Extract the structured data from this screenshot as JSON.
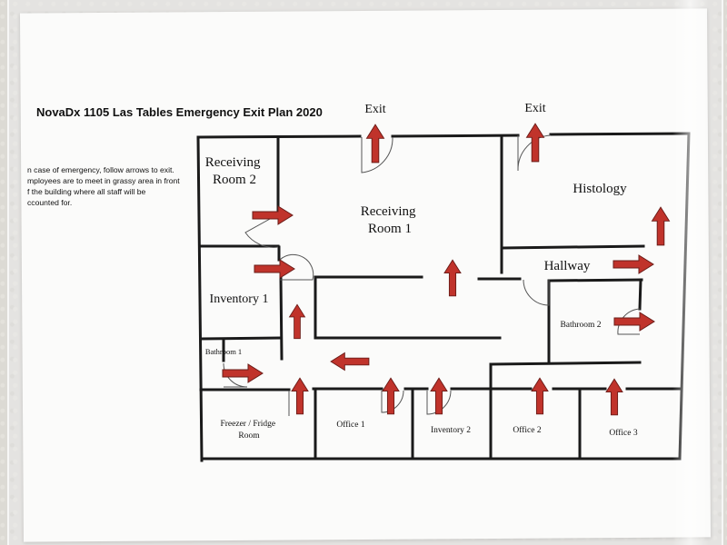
{
  "title": "NovaDx 1105 Las Tables Emergency Exit Plan 2020",
  "instructions": [
    "n case of emergency, follow arrows to exit.",
    "mployees are to meet in grassy area in front",
    "f the building where all staff will be",
    "ccounted for."
  ],
  "exit_labels": [
    "Exit",
    "Exit"
  ],
  "rooms": {
    "receiving_room_2": [
      "Receiving",
      "Room 2"
    ],
    "receiving_room_1": [
      "Receiving",
      "Room 1"
    ],
    "histology": "Histology",
    "hallway": "Hallway",
    "inventory_1": "Inventory 1",
    "bathroom_1": "Bathroom 1",
    "bathroom_2": "Bathroom 2",
    "freezer_fridge_room": [
      "Freezer / Fridge",
      "Room"
    ],
    "office_1": "Office 1",
    "inventory_2": "Inventory 2",
    "office_2": "Office 2",
    "office_3": "Office 3"
  },
  "colors": {
    "arrow_fill": "#c0332b",
    "arrow_stroke": "#6a1c18",
    "wall": "#1a1a1a",
    "paper": "#fbfbfa"
  },
  "icons": {
    "arrow": "red-evacuation-arrow",
    "door": "door-swing-arc"
  }
}
